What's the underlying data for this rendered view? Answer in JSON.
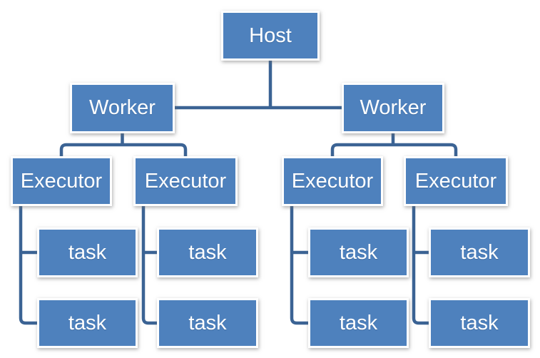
{
  "diagram": {
    "type": "hierarchy",
    "colors": {
      "node_fill": "#4E81BD",
      "node_text": "#FFFFFF",
      "node_border": "#FFFFFF",
      "connector": "#3B6394",
      "background": "#FFFFFF"
    },
    "tree": {
      "root": {
        "label": "Host",
        "children": [
          {
            "label": "Worker",
            "children": [
              {
                "label": "Executor",
                "children": [
                  {
                    "label": "task"
                  },
                  {
                    "label": "task"
                  }
                ]
              },
              {
                "label": "Executor",
                "children": [
                  {
                    "label": "task"
                  },
                  {
                    "label": "task"
                  }
                ]
              }
            ]
          },
          {
            "label": "Worker",
            "children": [
              {
                "label": "Executor",
                "children": [
                  {
                    "label": "task"
                  },
                  {
                    "label": "task"
                  }
                ]
              },
              {
                "label": "Executor",
                "children": [
                  {
                    "label": "task"
                  },
                  {
                    "label": "task"
                  }
                ]
              }
            ]
          }
        ]
      }
    }
  }
}
